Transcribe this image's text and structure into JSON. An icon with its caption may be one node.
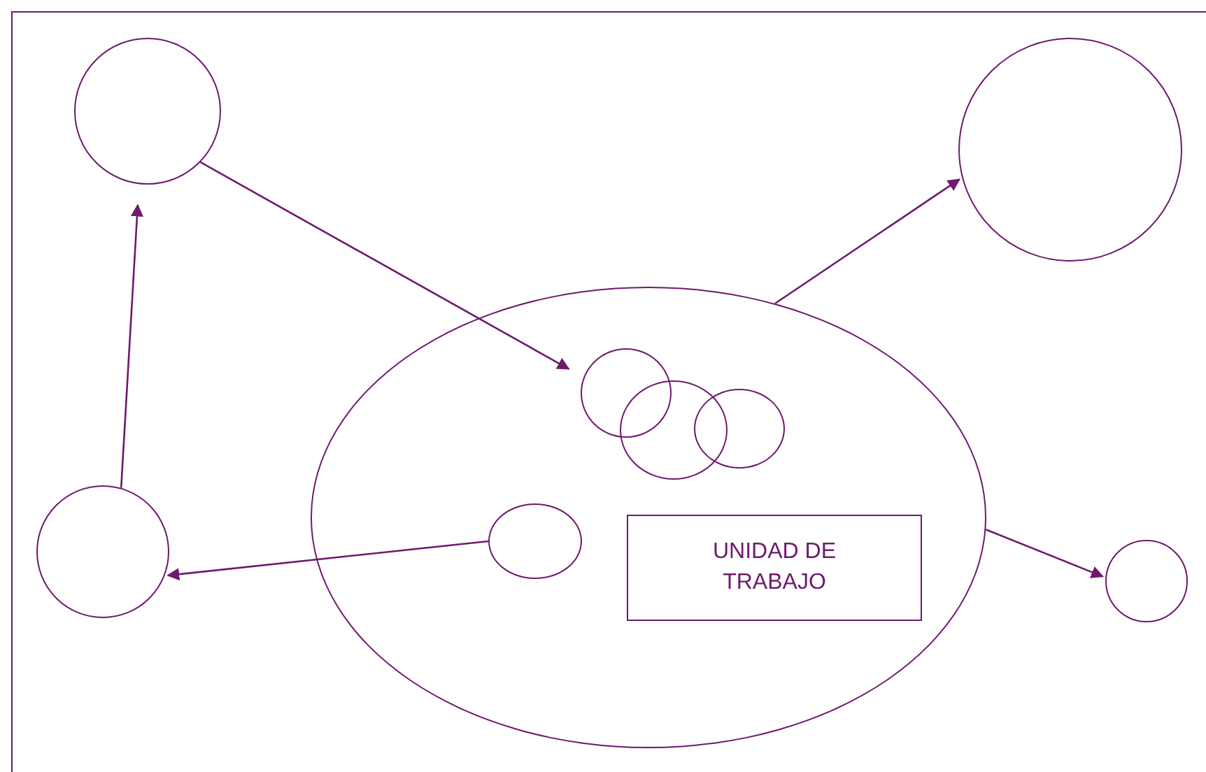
{
  "diagram": {
    "nodes": [
      {
        "text": [],
        "shape": "circle"
      },
      {
        "text": [],
        "shape": "circle"
      },
      {
        "text": [],
        "shape": "circle"
      },
      {
        "text": [],
        "shape": "circle",
        "in": 2
      },
      {
        "text": [],
        "shape": "circle",
        "in": 2
      },
      {
        "text": [],
        "shape": "circle",
        "in": 2
      },
      {
        "text": [],
        "shape": "circle",
        "in": 2
      },
      {
        "text": [
          "UNIDAD DE TRABAJO"
        ],
        "in": 2
      },
      {
        "text": [],
        "shape": "circle"
      },
      {
        "text": [],
        "shape": "circle"
      }
    ],
    "edges": [
      {
        "from": 0,
        "to": 3,
        "arrow": "to"
      },
      {
        "from": 2,
        "to": 1,
        "arrow": "to"
      },
      {
        "from": 6,
        "to": 8,
        "arrow": "to"
      },
      {
        "from": 8,
        "to": 0,
        "arrow": "to"
      },
      {
        "from": 2,
        "to": 9,
        "arrow": "to"
      }
    ]
  }
}
